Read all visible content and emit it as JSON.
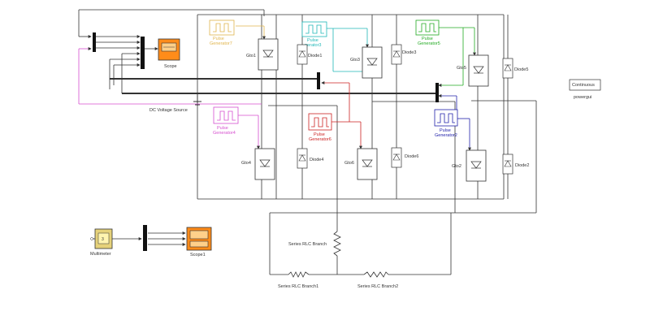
{
  "colors": {
    "wire": "#333333",
    "scope_fill": "#ff8c1a",
    "multimeter_fill": "#e6d27a",
    "pg1": "#e0b44b",
    "pg3": "#1fb7b7",
    "pg5": "#22aa22",
    "pg4": "#d64fcf",
    "pg6": "#cc2222",
    "pg2": "#2020aa"
  },
  "labels": {
    "scope": "Scope",
    "scope1": "Scope1",
    "multimeter": "Multimeter",
    "multimeter_value": "3",
    "dc_source": "DC Voltage Source",
    "powergui_block": "Continuous",
    "powergui": "powergui",
    "pg1_a": "Pulse",
    "pg1_b": "Generator7",
    "pg3_a": "Pulse",
    "pg3_b": "nerator3",
    "pg5_a": "Pulse",
    "pg5_b": "Generator5",
    "pg4_a": "Pulse",
    "pg4_b": "Generator4",
    "pg6_a": "Pulse",
    "pg6_b": "Generator6",
    "pg2_a": "Pulse",
    "pg2_b": "Generator2",
    "gto1": "Gto1",
    "gto3": "Gto3",
    "gto5": "Gto5",
    "gto4": "Gto4",
    "gto6": "Gto6",
    "gto2": "Gto2",
    "diode1": "Diode1",
    "diode3": "Diode3",
    "diode5": "Diode5",
    "diode4": "Diode4",
    "diode6": "Diode6",
    "diode2": "Diode2",
    "rlc": "Series RLC Branch",
    "rlc1": "Series RLC Branch1",
    "rlc2": "Series RLC Branch2"
  }
}
